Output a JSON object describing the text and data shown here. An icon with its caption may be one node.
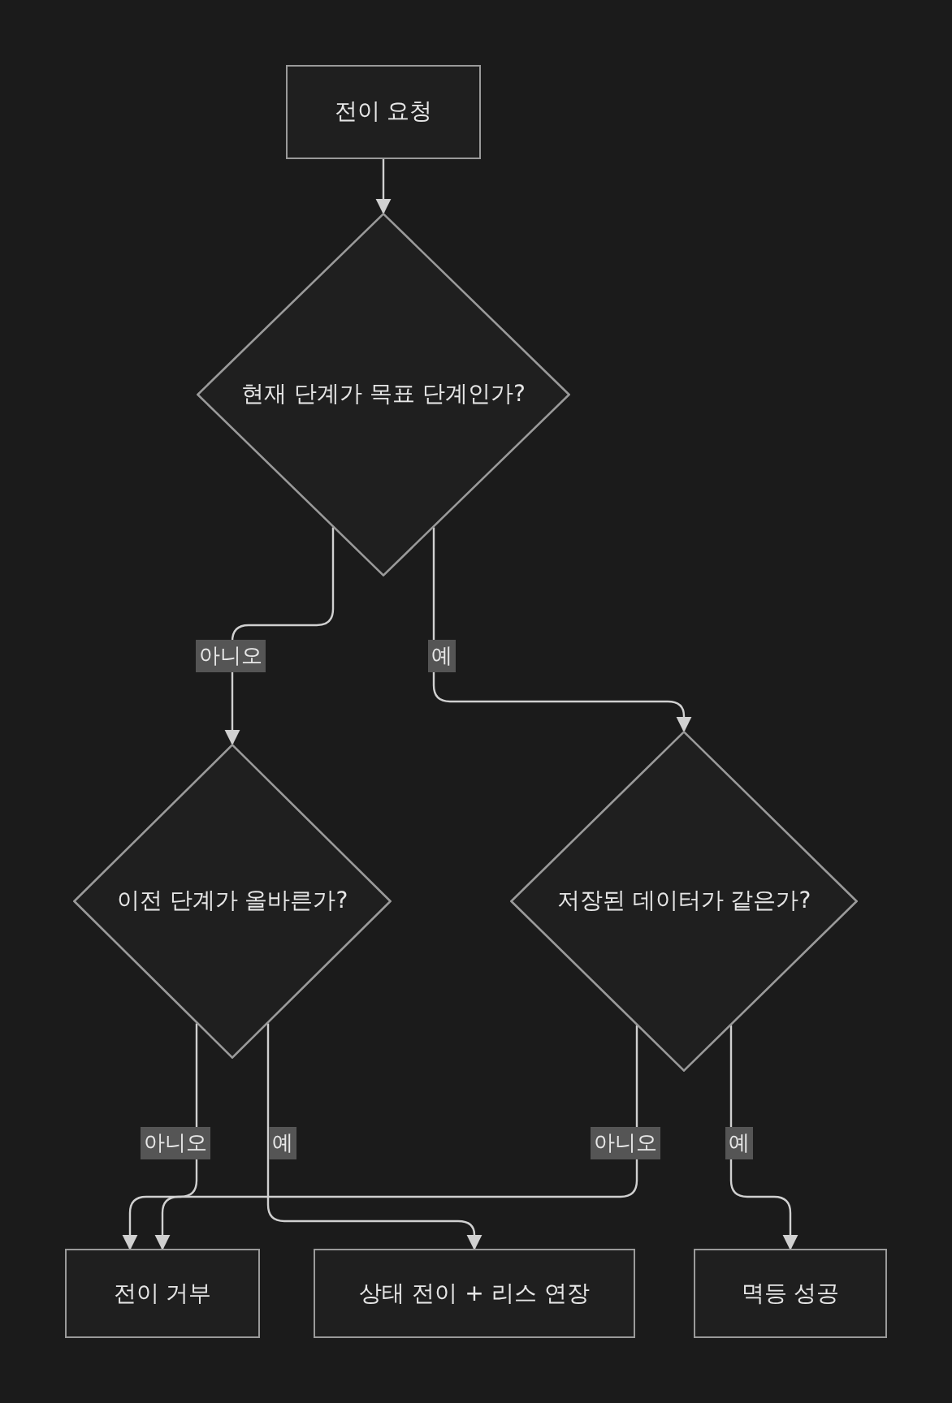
{
  "diagram": {
    "nodes": [
      {
        "text": [
          "전이 요청"
        ]
      },
      {
        "text": [
          "현재 단계가 목표 단계인가?"
        ]
      },
      {
        "text": [
          "이전 단계가 올바른가?"
        ]
      },
      {
        "text": [
          "저장된 데이터가 같은가?"
        ]
      },
      {
        "text": [
          "전이 거부"
        ]
      },
      {
        "text": [
          "상태 전이 + 리스 연장"
        ]
      },
      {
        "text": [
          "멱등 성공"
        ]
      }
    ],
    "edges": [
      {
        "from": 0,
        "to": 1,
        "arrow": "to"
      },
      {
        "from": 1,
        "to": 2,
        "arrow": "to",
        "label": "아니오"
      },
      {
        "from": 1,
        "to": 3,
        "arrow": "to",
        "label": "예"
      },
      {
        "from": 2,
        "to": 4,
        "arrow": "to",
        "label": "아니오"
      },
      {
        "from": 2,
        "to": 5,
        "arrow": "to",
        "label": "예"
      },
      {
        "from": 3,
        "to": 4,
        "arrow": "to",
        "label": "아니오"
      },
      {
        "from": 3,
        "to": 6,
        "arrow": "to",
        "label": "예"
      }
    ]
  }
}
